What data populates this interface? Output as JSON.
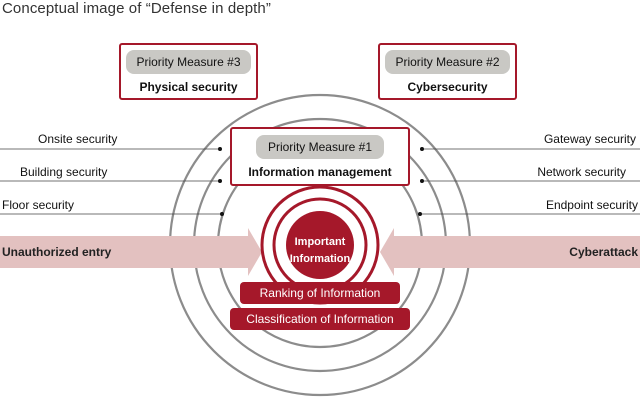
{
  "title": "Conceptual image of “Defense in depth”",
  "priority_measures": [
    {
      "pill": "Priority Measure #3",
      "sub": "Physical security"
    },
    {
      "pill": "Priority Measure #2",
      "sub": "Cybersecurity"
    },
    {
      "pill": "Priority Measure #1",
      "sub": "Information management"
    }
  ],
  "left_labels": [
    "Onsite security",
    "Building security",
    "Floor security"
  ],
  "right_labels": [
    "Gateway security",
    "Network security",
    "Endpoint security"
  ],
  "threats": {
    "left": "Unauthorized entry",
    "right": "Cyberattack"
  },
  "center": {
    "line1": "Important",
    "line2": "Information"
  },
  "bottom_pills": [
    "Ranking of Information",
    "Classification of Information"
  ],
  "colors": {
    "accent": "#a5182a",
    "arrow": "#e3c1c0",
    "ring": "#8c8c8c",
    "pill_gray": "#c9c8c4"
  }
}
